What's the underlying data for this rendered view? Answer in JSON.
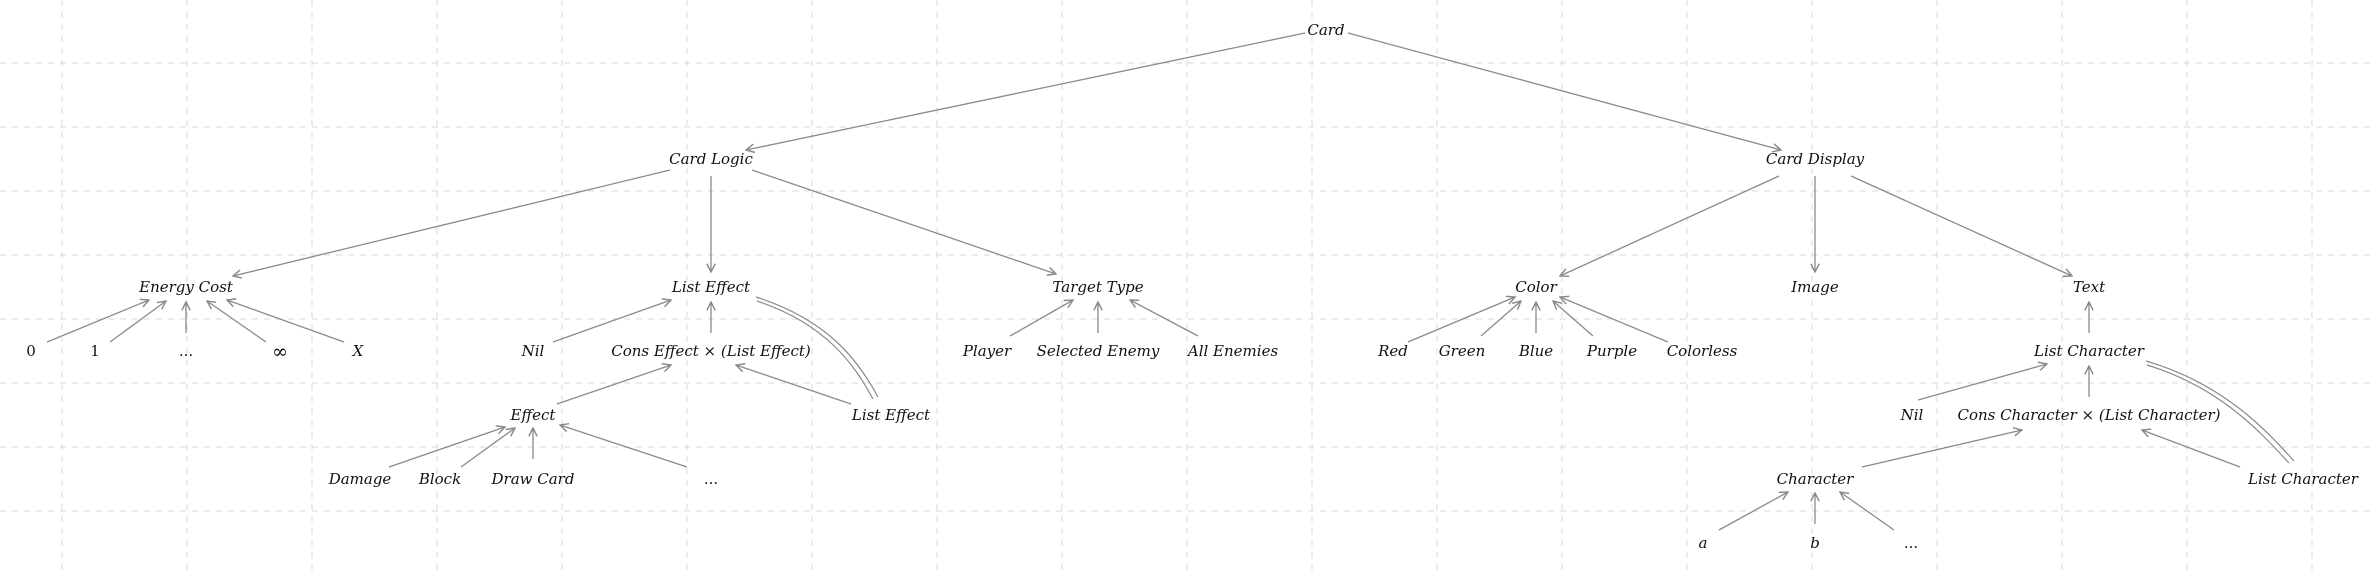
{
  "nodes": {
    "card": "Card",
    "card_logic": "Card Logic",
    "card_display": "Card Display",
    "energy_cost": "Energy Cost",
    "list_effect": "List Effect",
    "target_type": "Target Type",
    "color": "Color",
    "image": "Image",
    "text": "Text",
    "cost_0": "0",
    "cost_1": "1",
    "cost_dots": "...",
    "cost_inf": "∞",
    "cost_x": "X",
    "nil_effect": "Nil",
    "cons_effect": "Cons Effect × (List Effect)",
    "list_effect_rec": "List Effect",
    "effect": "Effect",
    "damage": "Damage",
    "block": "Block",
    "draw_card": "Draw Card",
    "effect_dots": "...",
    "player": "Player",
    "selected_enemy": "Selected Enemy",
    "all_enemies": "All Enemies",
    "red": "Red",
    "green": "Green",
    "blue": "Blue",
    "purple": "Purple",
    "colorless": "Colorless",
    "list_character": "List Character",
    "nil_char": "Nil",
    "cons_character": "Cons Character × (List Character)",
    "list_character_rec": "List Character",
    "character": "Character",
    "char_a": "a",
    "char_b": "b",
    "char_dots": "..."
  },
  "colors": {
    "edge": "#8a8a8a",
    "grid": "#d9d9d9",
    "text": "#111111"
  }
}
